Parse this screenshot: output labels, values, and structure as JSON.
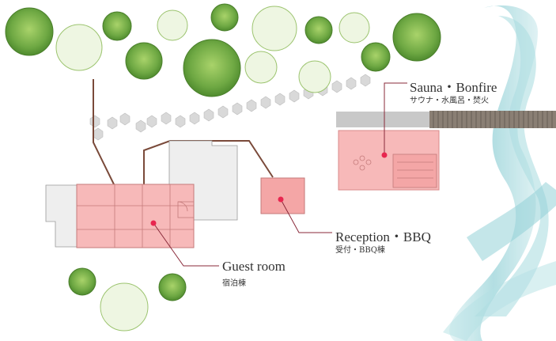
{
  "facilities": [
    {
      "id": "sauna",
      "name_en": "Sauna・Bonfire",
      "name_jp": "サウナ・水風呂・焚火"
    },
    {
      "id": "reception",
      "name_en": "Reception・BBQ",
      "name_jp": "受付・BBQ棟"
    },
    {
      "id": "guest",
      "name_en": "Guest room",
      "name_jp": "宿泊棟"
    }
  ],
  "colors": {
    "building_highlight": "#f7b9b9",
    "building_outline": "#d98a8a",
    "marker": "#e8264f",
    "leader_line": "#8a2a3a",
    "path": "#7a4a3a",
    "existing_building": "#eeeeee",
    "tree_green": "#6ea843",
    "river": "#7fc8cf"
  }
}
